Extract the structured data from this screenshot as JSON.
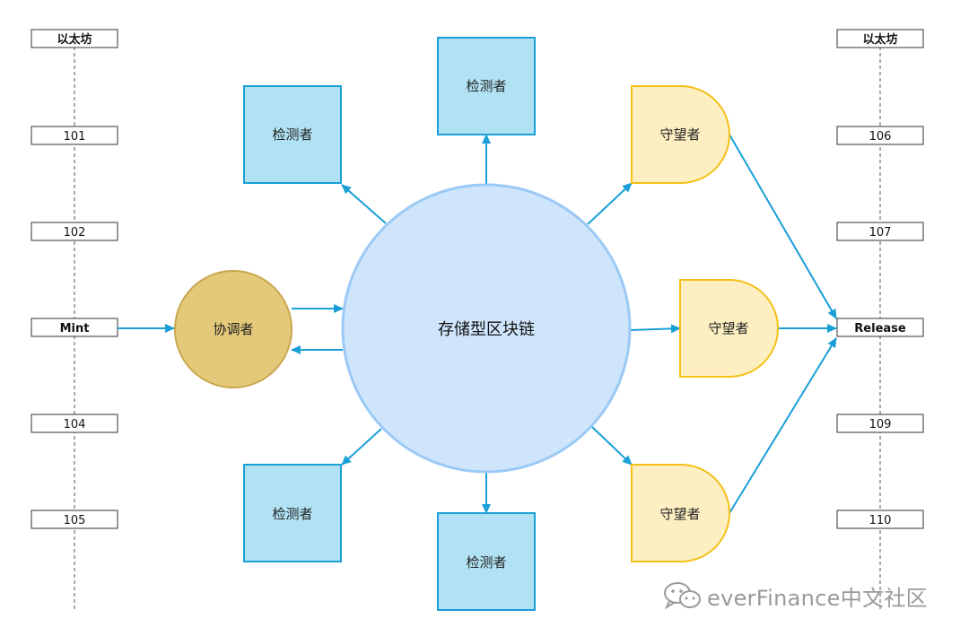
{
  "diagram": {
    "center_node": {
      "label": "存储型区块链"
    },
    "coordinator": {
      "label": "协调者"
    },
    "detectors": [
      {
        "label": "检测者"
      },
      {
        "label": "检测者"
      },
      {
        "label": "检测者"
      },
      {
        "label": "检测者"
      }
    ],
    "watchers": [
      {
        "label": "守望者"
      },
      {
        "label": "守望者"
      },
      {
        "label": "守望者"
      }
    ],
    "left_lane": {
      "header": "以太坊",
      "items": [
        "101",
        "102",
        "Mint",
        "104",
        "105"
      ]
    },
    "right_lane": {
      "header": "以太坊",
      "items": [
        "106",
        "107",
        "Release",
        "109",
        "110"
      ]
    },
    "colors": {
      "arrow": "#1a9fd6",
      "detector_fill": "#b1e2f3",
      "detector_stroke": "#1a9fd6",
      "watcher_fill": "#fdefc2",
      "watcher_stroke": "#f5c018",
      "coordinator_fill": "#e5c97a",
      "coordinator_stroke": "#c9a74f",
      "center_fill": "#cfe5fb",
      "center_stroke": "#9bc9f6"
    }
  },
  "watermark": {
    "text": "everFinance中文社区",
    "icon": "wechat-icon"
  }
}
